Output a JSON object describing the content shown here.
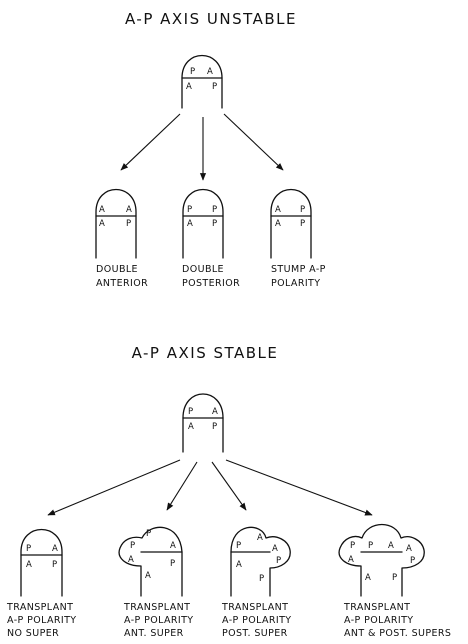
{
  "sections": [
    {
      "title": "A-P AXIS UNSTABLE",
      "root": {
        "top": [
          "P",
          "A"
        ],
        "bottom": [
          "A",
          "P"
        ]
      },
      "outcomes": [
        {
          "top": [
            "A",
            "A"
          ],
          "bottom": [
            "A",
            "P"
          ],
          "caption": [
            "DOUBLE",
            "ANTERIOR"
          ]
        },
        {
          "top": [
            "P",
            "P"
          ],
          "bottom": [
            "A",
            "P"
          ],
          "caption": [
            "DOUBLE",
            "POSTERIOR"
          ]
        },
        {
          "top": [
            "A",
            "P"
          ],
          "bottom": [
            "A",
            "P"
          ],
          "caption": [
            "STUMP A-P",
            "POLARITY"
          ]
        }
      ]
    },
    {
      "title": "A-P AXIS STABLE",
      "root": {
        "top": [
          "P",
          "A"
        ],
        "bottom": [
          "A",
          "P"
        ]
      },
      "outcomes": [
        {
          "top": [
            "P",
            "A"
          ],
          "bottom": [
            "A",
            "P"
          ],
          "caption": [
            "TRANSPLANT",
            "A-P POLARITY",
            "NO SUPER"
          ]
        },
        {
          "top": [
            "P",
            "A"
          ],
          "bottom": [
            "A",
            "P"
          ],
          "left_super": [
            "A",
            "P"
          ],
          "caption": [
            "TRANSPLANT",
            "A-P POLARITY",
            "ANT. SUPER"
          ]
        },
        {
          "top": [
            "P",
            "A"
          ],
          "bottom": [
            "A",
            "P"
          ],
          "right_super": [
            "A",
            "P"
          ],
          "caption": [
            "TRANSPLANT",
            "A-P POLARITY",
            "POST. SUPER"
          ]
        },
        {
          "top": [
            "P",
            "A"
          ],
          "bottom": [
            "A",
            "P"
          ],
          "left_super": [
            "A",
            "P"
          ],
          "right_super": [
            "A",
            "P"
          ],
          "caption": [
            "TRANSPLANT",
            "A-P POLARITY",
            "ANT & POST. SUPERS"
          ]
        }
      ]
    }
  ]
}
